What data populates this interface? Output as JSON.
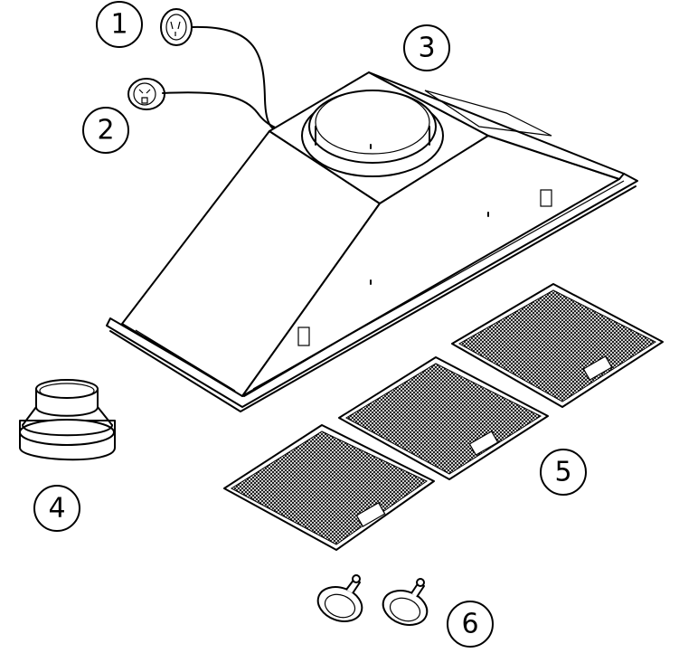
{
  "callouts": [
    {
      "label": "1"
    },
    {
      "label": "2"
    },
    {
      "label": "3"
    },
    {
      "label": "4"
    },
    {
      "label": "5"
    },
    {
      "label": "6"
    }
  ],
  "colors": {
    "line": "#000000",
    "background": "#ffffff"
  }
}
